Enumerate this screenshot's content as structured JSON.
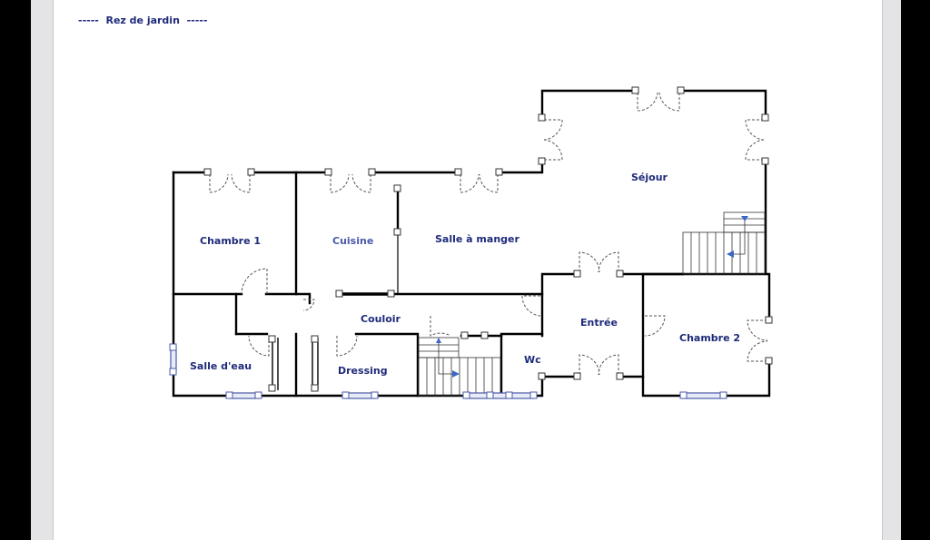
{
  "document": {
    "header": "-----  Rez de jardin  -----"
  },
  "rooms": [
    {
      "id": "chambre-1",
      "label": "Chambre 1"
    },
    {
      "id": "cuisine",
      "label": "Cuisine"
    },
    {
      "id": "salle-a-manger",
      "label": "Salle à manger"
    },
    {
      "id": "sejour",
      "label": "Séjour"
    },
    {
      "id": "couloir",
      "label": "Couloir"
    },
    {
      "id": "entree",
      "label": "Entrée"
    },
    {
      "id": "chambre-2",
      "label": "Chambre 2"
    },
    {
      "id": "salle-d-eau",
      "label": "Salle d'eau"
    },
    {
      "id": "dressing",
      "label": "Dressing"
    },
    {
      "id": "wc",
      "label": "Wc"
    }
  ],
  "colors": {
    "label": "#1e2a7a",
    "wall": "#000000",
    "window": "#4a5aa8",
    "stair_arrow": "#3a66c8"
  }
}
